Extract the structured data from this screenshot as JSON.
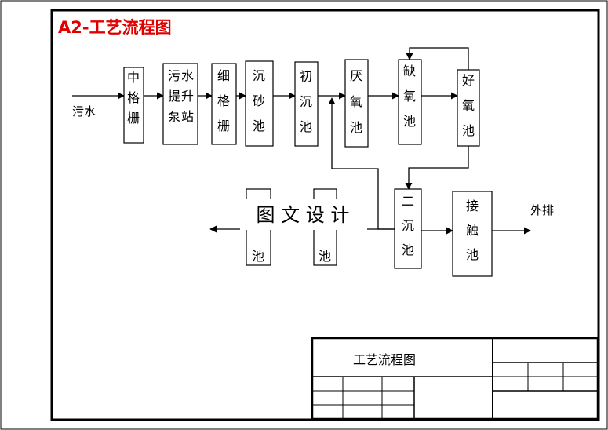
{
  "sheet": {
    "title": "A2-工艺流程图"
  },
  "flow": {
    "inlet_label": "污水",
    "outlet_label": "外排",
    "units": {
      "medium_screen": "中格栅",
      "lift_pump": "污水提升泵站",
      "fine_screen": "细格栅",
      "grit_chamber": "沉砂池",
      "primary_clarifier": "初沉池",
      "anaerobic_tank": "厌氧池",
      "anoxic_tank": "缺氧池",
      "aerobic_tank": "好氧池",
      "secondary_clarifier": "二沉池",
      "contact_tank": "接触池",
      "partial_left_a": "池",
      "partial_left_b": "池"
    }
  },
  "watermark": {
    "text": "图 文 设 计"
  },
  "title_block": {
    "drawing_name": "工艺流程图"
  },
  "colors": {
    "title_red": "#e00000",
    "line": "#000000"
  }
}
